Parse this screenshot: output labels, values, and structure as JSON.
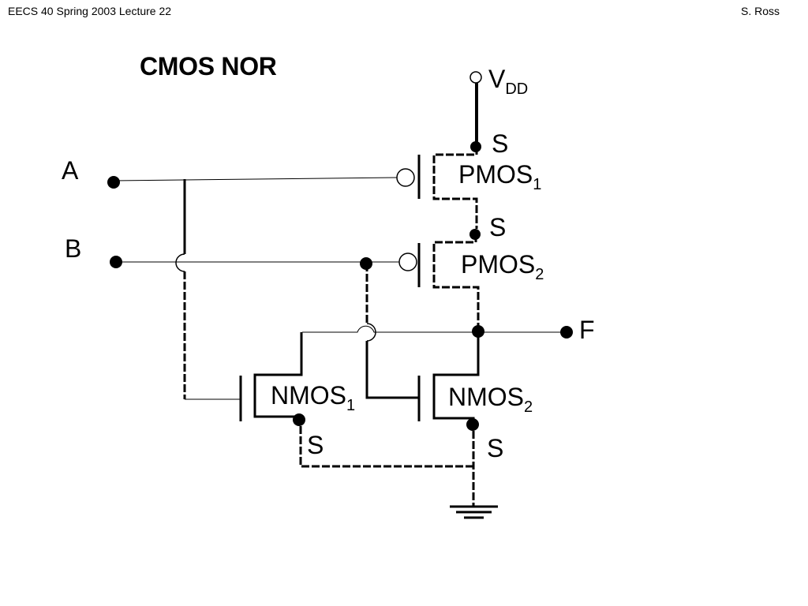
{
  "header": {
    "left": "EECS 40 Spring 2003  Lecture 22",
    "right": "S. Ross"
  },
  "title": "CMOS NOR",
  "labels": {
    "vdd_main": "V",
    "vdd_sub": "DD",
    "input_a": "A",
    "input_b": "B",
    "output_f": "F",
    "source": "S"
  },
  "transistors": {
    "pmos1": {
      "name": "PMOS",
      "sub": "1"
    },
    "pmos2": {
      "name": "PMOS",
      "sub": "2"
    },
    "nmos1": {
      "name": "NMOS",
      "sub": "1"
    },
    "nmos2": {
      "name": "NMOS",
      "sub": "2"
    }
  }
}
